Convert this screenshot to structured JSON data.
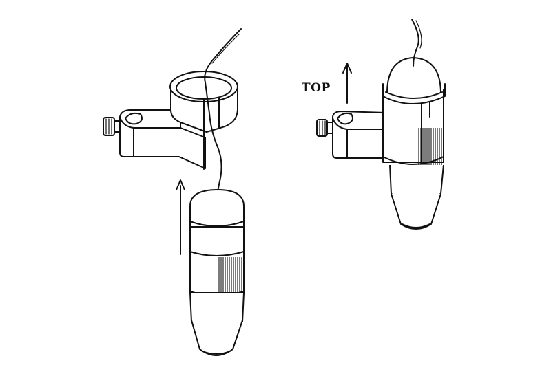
{
  "labels": {
    "top": "TOP"
  },
  "figures": [
    {
      "name": "before-insertion",
      "description_parts": [
        "stand-clamp",
        "microscope",
        "insert-arrow"
      ]
    },
    {
      "name": "after-insertion",
      "description_parts": [
        "stand-clamp",
        "microscope",
        "top-arrow"
      ]
    }
  ],
  "colors": {
    "ink": "#111111",
    "background": "#ffffff"
  }
}
